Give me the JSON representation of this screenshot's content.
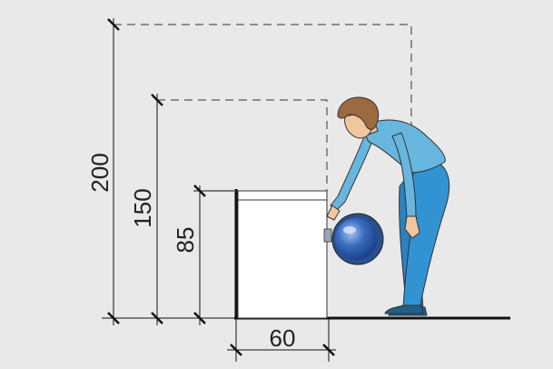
{
  "dimensions": {
    "height_total": "200",
    "height_reach": "150",
    "height_machine": "85",
    "width_machine": "60"
  },
  "colors": {
    "background": "#e9e9e9",
    "line": "#111111",
    "dash": "#333333",
    "skin": "#f0c6a0",
    "hair": "#9b6a3e",
    "shirt": "#67b6dd",
    "pants": "#2f8ccc",
    "shoes": "#1e5f8c",
    "door": "#1f4f9a"
  }
}
